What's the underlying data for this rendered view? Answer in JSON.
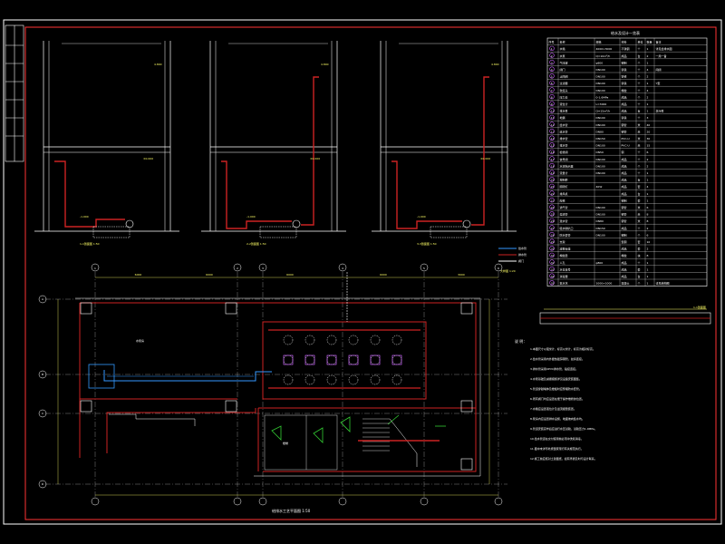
{
  "sheet": {
    "colors": {
      "background": "#000000",
      "frame": "#ffffff",
      "inner_border": "#ff3333",
      "wall": "#cc2222",
      "dimension": "#ffff66",
      "axis": "#ffffff",
      "pipe_blue": "#3399ff",
      "door_green": "#33cc33",
      "symbol_magenta": "#cc66ff"
    }
  },
  "sections": [
    {
      "name": "section-1",
      "label": "1-1剖面图 1:50",
      "level_top": "4.800",
      "level_mid": "±0.000",
      "level_low": "-1.000"
    },
    {
      "name": "section-2",
      "label": "2-2剖面图 1:50",
      "level_top": "4.800",
      "level_mid": "±0.000",
      "level_low": "-1.000"
    },
    {
      "name": "section-3",
      "label": "3-3剖面图 1:50",
      "level_top": "4.800",
      "level_mid": "±0.000",
      "level_low": "-1.000"
    }
  ],
  "detail_label": "大样图 1:20",
  "legend_small": [
    "给水管",
    "排水管",
    "阀门"
  ],
  "table": {
    "title": "给水及设计一览表",
    "headers": [
      "序号",
      "名称",
      "规格",
      "材料",
      "单位",
      "数量",
      "备注"
    ],
    "rows": [
      [
        "1",
        "水箱",
        "4000×3000",
        "不锈钢",
        "个",
        "1",
        "详见给排水图"
      ],
      [
        "2",
        "水泵",
        "Q=10m³/h",
        "成品",
        "台",
        "2",
        "一用一备"
      ],
      [
        "3",
        "气压罐",
        "φ800",
        "钢制",
        "个",
        "1",
        ""
      ],
      [
        "4",
        "阀门",
        "DN100",
        "铸铁",
        "个",
        "4",
        "闸阀"
      ],
      [
        "5",
        "止回阀",
        "DN100",
        "铸铁",
        "个",
        "2",
        ""
      ],
      [
        "6",
        "过滤器",
        "DN100",
        "铸铁",
        "个",
        "1",
        "Y型"
      ],
      [
        "7",
        "软接头",
        "DN100",
        "橡胶",
        "个",
        "4",
        ""
      ],
      [
        "8",
        "压力表",
        "0-1.6MPa",
        "成品",
        "个",
        "2",
        ""
      ],
      [
        "9",
        "液位计",
        "L=3000",
        "成品",
        "个",
        "1",
        ""
      ],
      [
        "10",
        "排水泵",
        "Q=15m³/h",
        "成品",
        "台",
        "1",
        "潜污泵"
      ],
      [
        "11",
        "地漏",
        "DN100",
        "铸铁",
        "个",
        "3",
        ""
      ],
      [
        "12",
        "给水管",
        "DN100",
        "钢管",
        "米",
        "40",
        ""
      ],
      [
        "13",
        "给水管",
        "DN80",
        "钢管",
        "米",
        "20",
        ""
      ],
      [
        "14",
        "排水管",
        "DN150",
        "PVC-U",
        "米",
        "30",
        ""
      ],
      [
        "15",
        "排水管",
        "DN100",
        "PVC-U",
        "米",
        "15",
        ""
      ],
      [
        "16",
        "检修阀",
        "DN50",
        "铜",
        "个",
        "6",
        ""
      ],
      [
        "17",
        "信号阀",
        "DN100",
        "成品",
        "个",
        "2",
        ""
      ],
      [
        "18",
        "水流指示器",
        "DN100",
        "成品",
        "个",
        "2",
        ""
      ],
      [
        "19",
        "流量计",
        "DN100",
        "成品",
        "个",
        "1",
        ""
      ],
      [
        "20",
        "控制柜",
        "",
        "成品",
        "台",
        "1",
        ""
      ],
      [
        "21",
        "照明灯",
        "40W",
        "成品",
        "套",
        "4",
        ""
      ],
      [
        "22",
        "排风机",
        "",
        "成品",
        "台",
        "1",
        ""
      ],
      [
        "23",
        "爬梯",
        "",
        "钢制",
        "套",
        "1",
        ""
      ],
      [
        "24",
        "通气管",
        "DN100",
        "钢管",
        "米",
        "6",
        ""
      ],
      [
        "25",
        "溢流管",
        "DN100",
        "钢管",
        "米",
        "8",
        ""
      ],
      [
        "26",
        "泄水管",
        "DN80",
        "钢管",
        "米",
        "8",
        ""
      ],
      [
        "27",
        "吸水喇叭口",
        "DN150",
        "成品",
        "个",
        "2",
        ""
      ],
      [
        "28",
        "防水套管",
        "DN100",
        "钢制",
        "个",
        "6",
        ""
      ],
      [
        "29",
        "支架",
        "",
        "型钢",
        "套",
        "10",
        ""
      ],
      [
        "30",
        "减振台座",
        "",
        "成品",
        "套",
        "2",
        ""
      ],
      [
        "31",
        "橡胶垫",
        "",
        "橡胶",
        "块",
        "8",
        ""
      ],
      [
        "32",
        "人孔",
        "φ800",
        "成品",
        "个",
        "1",
        ""
      ],
      [
        "33",
        "水位信号",
        "",
        "成品",
        "套",
        "1",
        ""
      ],
      [
        "34",
        "消毒器",
        "",
        "成品",
        "台",
        "1",
        ""
      ],
      [
        "35",
        "集水坑",
        "1000×1000",
        "混凝土",
        "个",
        "1",
        "详见结构图"
      ]
    ]
  },
  "section_detail_label": "1-1剖面图",
  "notes": {
    "title": "说 明：",
    "items": [
      "1.本图尺寸以毫米计，标高以米计，标高为相对标高。",
      "2.给水管采用内外壁热镀锌钢管，丝扣连接。",
      "3.排水管采用UPVC排水管，粘接连接。",
      "4.水泵基础及减振措施详见设备安装图集。",
      "5.管道穿越墙体及楼板时应预埋防水套管。",
      "6.所有阀门均应设置在便于操作维修的位置。",
      "7.水箱应设置液位计及溢流报警装置。",
      "8.泵房内应设置排水设施，地面坡向集水坑。",
      "9.管道安装完毕后应进行水压试验，试验压力1.0MPa。",
      "10.给水管道在交付使用前必须冲洗和消毒。",
      "11.图中未详尽处按国家现行有关规范执行。",
      "12.施工前应核对土建图纸，如有矛盾及时与设计联系。"
    ]
  },
  "plan": {
    "title": "给排水工艺平面图 1:50",
    "room_label": "水泵房",
    "door_label": "楼梯",
    "grid_top": [
      "1",
      "2",
      "3",
      "4",
      "5",
      "6"
    ],
    "grid_left": [
      "A",
      "B",
      "C",
      "D"
    ],
    "dims": [
      "6000",
      "6000",
      "6000",
      "6000",
      "3000"
    ]
  }
}
